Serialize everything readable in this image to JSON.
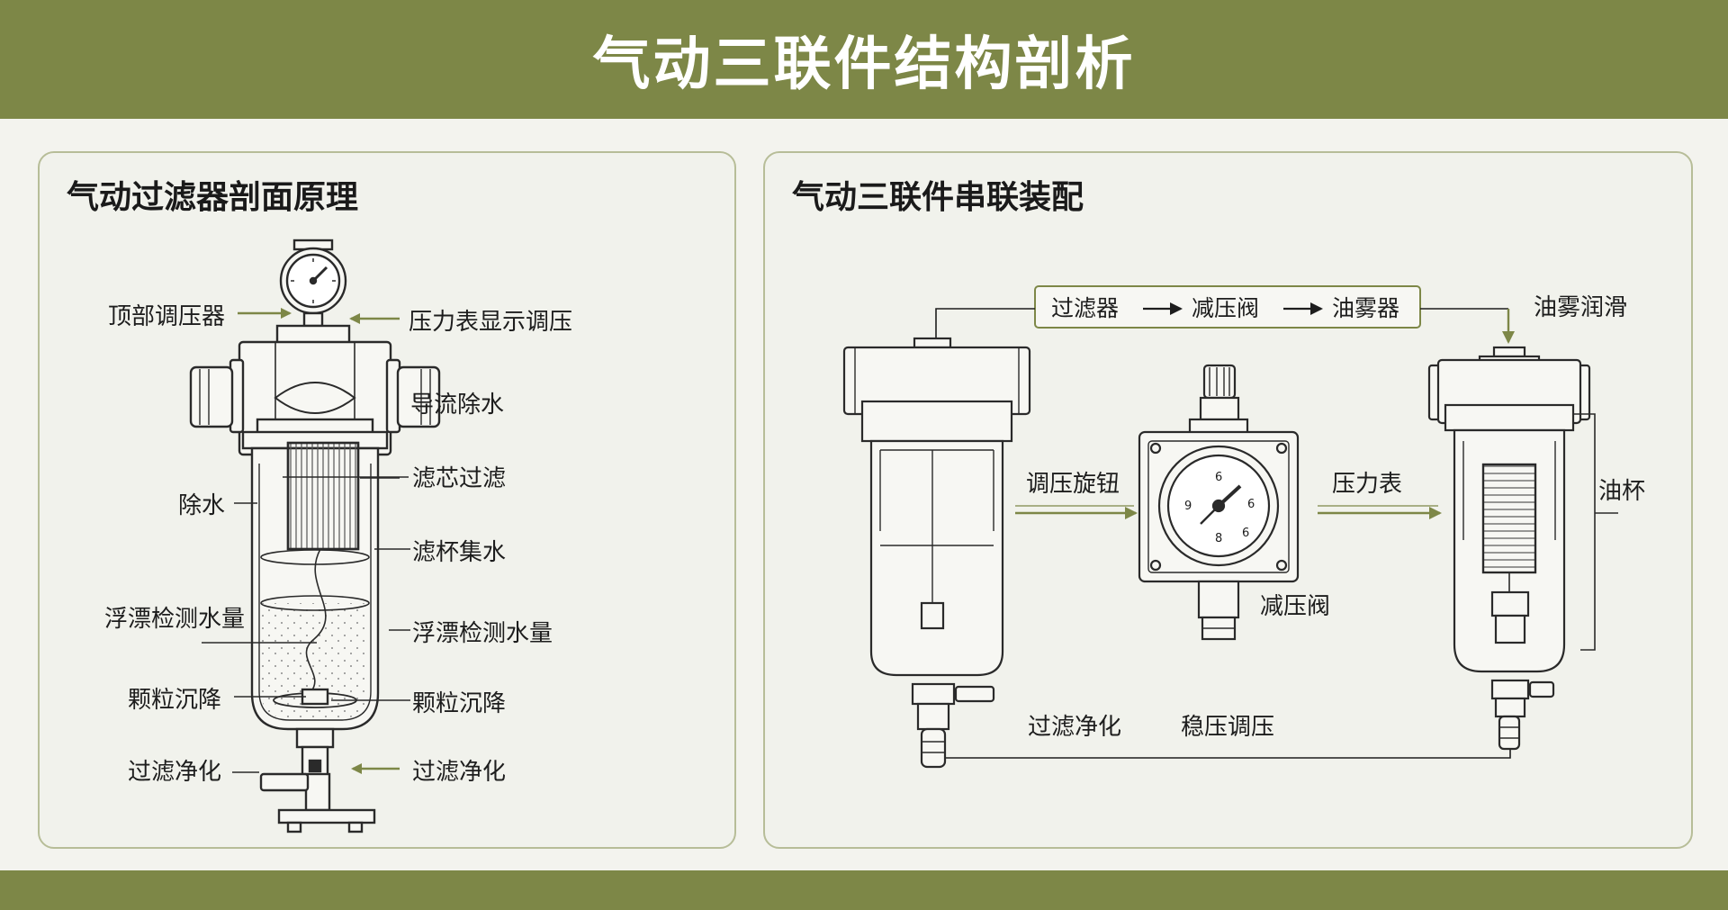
{
  "title": "气动三联件结构剖析",
  "colors": {
    "banner": "#7d8747",
    "arrow": "#7d8747",
    "line": "#2a2a2a",
    "panel_border": "#b7bd98"
  },
  "left_panel": {
    "title": "气动过滤器剖面原理",
    "labels": {
      "top_regulator": "顶部调压器",
      "gauge_pressure": "压力表显示调压",
      "guide_water": "导流除水",
      "remove_water": "除水",
      "element_filter": "滤芯过滤",
      "cup_collect": "滤杯集水",
      "float_left": "浮漂检测水量",
      "float_right": "浮漂检测水量",
      "particle_left": "颗粒沉降",
      "particle_right": "颗粒沉降",
      "purify_left": "过滤净化",
      "purify_right": "过滤净化"
    }
  },
  "right_panel": {
    "title": "气动三联件串联装配",
    "flow": [
      "过滤器",
      "减压阀",
      "油雾器"
    ],
    "labels": {
      "oil_mist": "油雾润滑",
      "knob": "调压旋钮",
      "gauge": "压力表",
      "oil_cup": "油杯",
      "reducer": "减压阀",
      "purify": "过滤净化",
      "stabilize": "稳压调压"
    },
    "gauge_digits": [
      "6",
      "6",
      "9",
      "8",
      "6"
    ]
  }
}
